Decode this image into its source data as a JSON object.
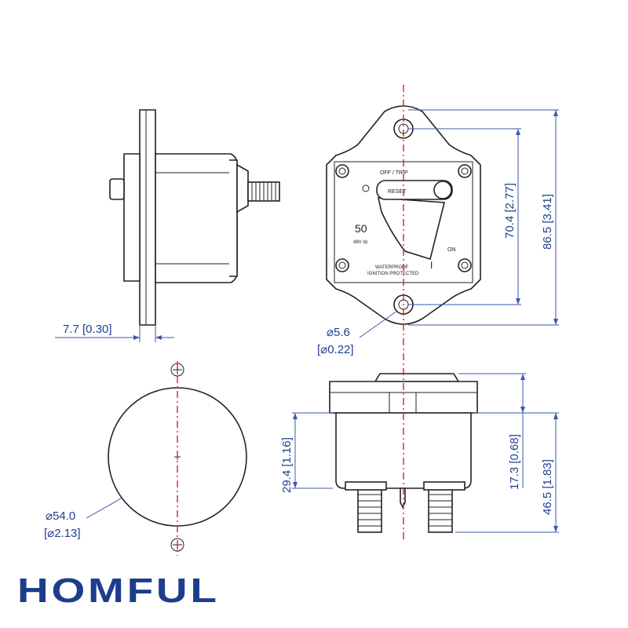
{
  "brand": "HOMFUL",
  "dimensions": {
    "flange_thickness": "7.7 [0.30]",
    "hole_center_spacing": "70.4 [2.77]",
    "overall_height": "86.5 [3.41]",
    "hole_dia_mm": "⌀5.6",
    "hole_dia_in": "[⌀0.22]",
    "body_height": "29.4 [1.16]",
    "top_height": "17.3 [0.68]",
    "total_depth": "46.5 [1.83]",
    "body_dia_mm": "⌀54.0",
    "body_dia_in": "[⌀2.13]"
  },
  "panel": {
    "off_trip": "OFF / TRIP",
    "reset": "RESET",
    "rating": "50",
    "voltage": "48V dc",
    "on": "ON",
    "on_mark": "I",
    "off_mark": "O",
    "waterproof": "WATERPROOF",
    "ignition": "IGNITION PROTECTED"
  }
}
